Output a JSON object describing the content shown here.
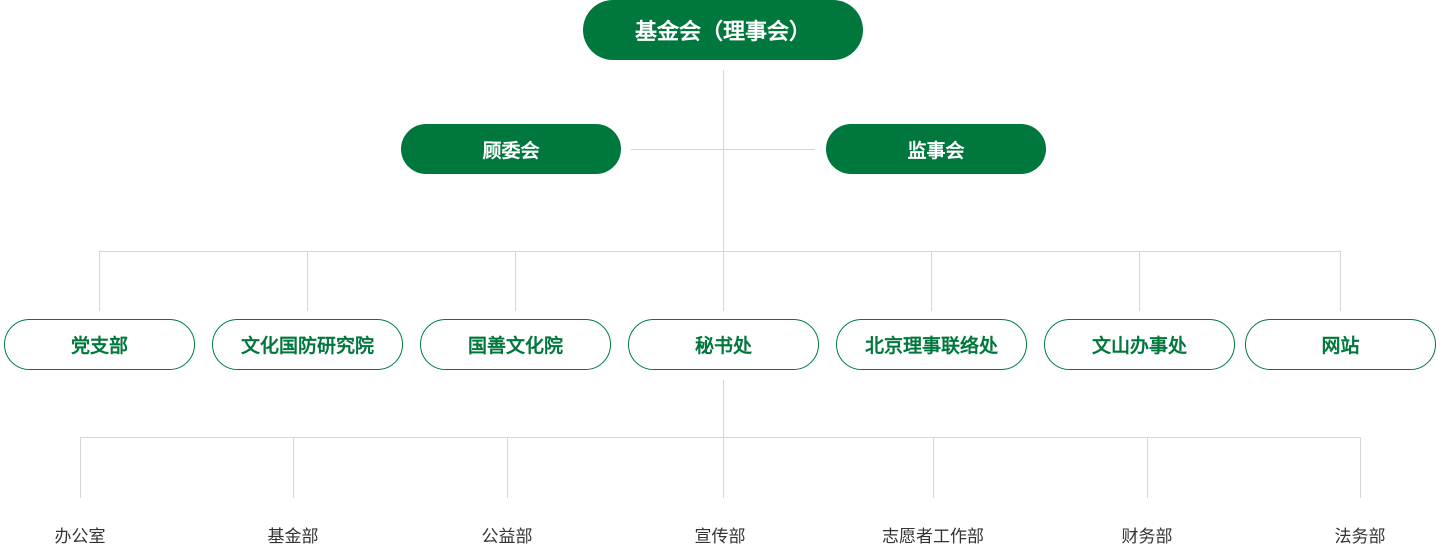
{
  "colors": {
    "accent": "#00773c",
    "connector": "#d6d6d6",
    "leaf_text": "#333333"
  },
  "root": {
    "label": "基金会（理事会）"
  },
  "side_boards": {
    "left": "顾委会",
    "right": "监事会"
  },
  "departments": [
    "党支部",
    "文化国防研究院",
    "国善文化院",
    "秘书处",
    "北京理事联络处",
    "文山办事处",
    "网站"
  ],
  "secretariat_units": [
    "办公室",
    "基金部",
    "公益部",
    "宣传部",
    "志愿者工作部",
    "财务部",
    "法务部"
  ]
}
